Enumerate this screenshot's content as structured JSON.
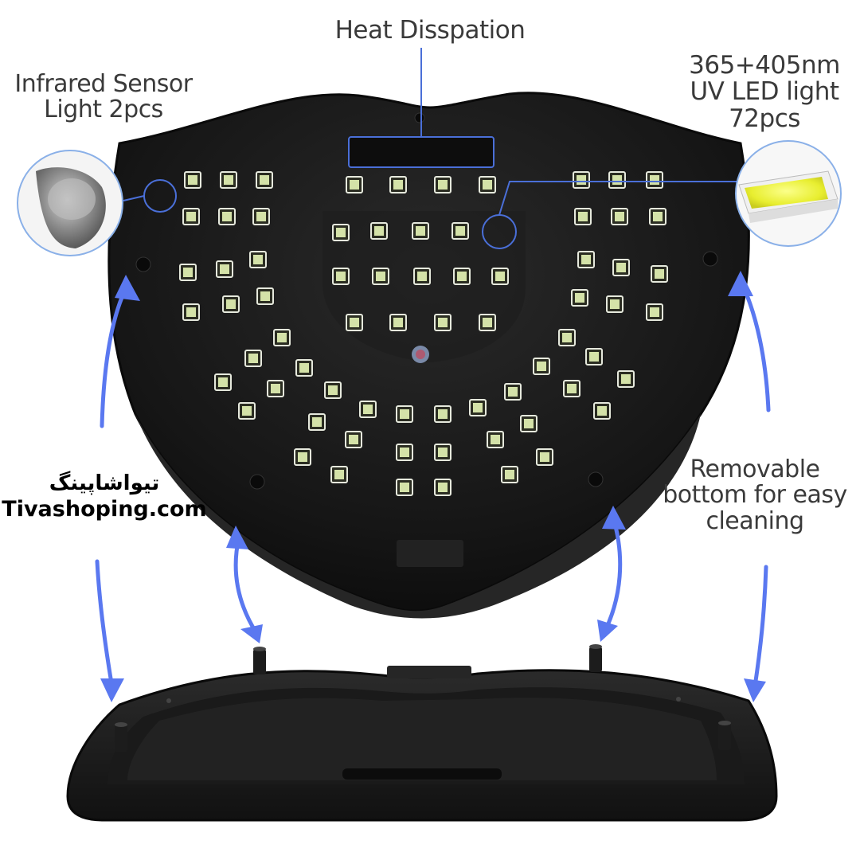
{
  "labels": {
    "heat": "Heat Disspation",
    "infrared": [
      "Infrared Sensor",
      "Light 2pcs"
    ],
    "uv": [
      "365+405nm",
      "UV LED light",
      "72pcs"
    ],
    "removable": [
      "Removable",
      "bottom for easy",
      "cleaning"
    ]
  },
  "brand": {
    "name_fa": "تیواشاپینگ",
    "name_en": "Tivashoping.com"
  },
  "colors": {
    "arrow": "#5a78f0",
    "callout": "#4a6fd8",
    "lamp_body": "#141414",
    "led": "#d4e2a8"
  },
  "icons": [
    "led-chip-icon",
    "infrared-sensor-icon",
    "arrow-icon"
  ]
}
